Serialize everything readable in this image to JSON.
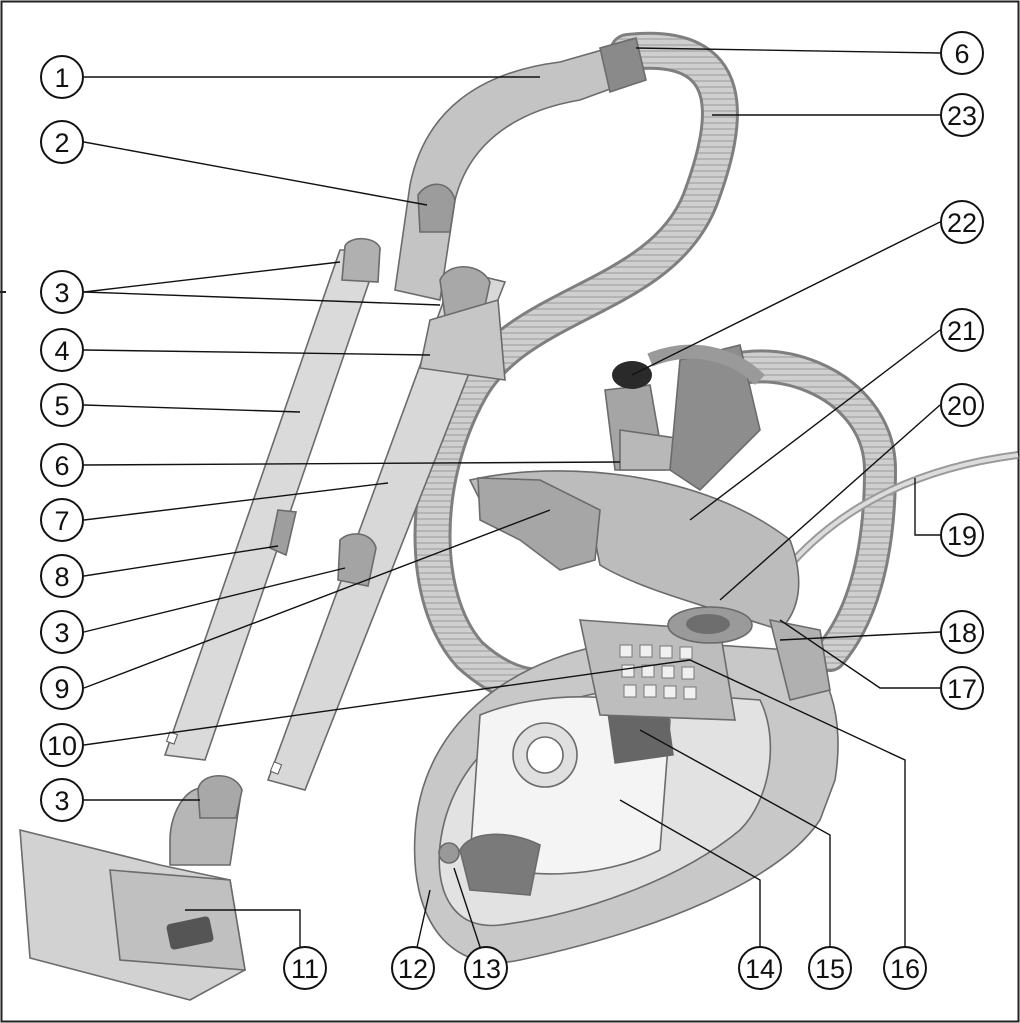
{
  "diagram": {
    "frame_color": "#222222",
    "part_fill_light": "#d6d6d6",
    "part_fill_mid": "#b9b9b9",
    "part_fill_dark": "#8f8f8f",
    "callouts": [
      {
        "id": "c1",
        "label": "1"
      },
      {
        "id": "c2",
        "label": "2"
      },
      {
        "id": "c3a",
        "label": "3"
      },
      {
        "id": "c4",
        "label": "4"
      },
      {
        "id": "c5",
        "label": "5"
      },
      {
        "id": "c6a",
        "label": "6"
      },
      {
        "id": "c7",
        "label": "7"
      },
      {
        "id": "c8",
        "label": "8"
      },
      {
        "id": "c3b",
        "label": "3"
      },
      {
        "id": "c9",
        "label": "9"
      },
      {
        "id": "c10",
        "label": "10"
      },
      {
        "id": "c3c",
        "label": "3"
      },
      {
        "id": "c11",
        "label": "11"
      },
      {
        "id": "c12",
        "label": "12"
      },
      {
        "id": "c13",
        "label": "13"
      },
      {
        "id": "c14",
        "label": "14"
      },
      {
        "id": "c15",
        "label": "15"
      },
      {
        "id": "c16",
        "label": "16"
      },
      {
        "id": "c17",
        "label": "17"
      },
      {
        "id": "c18",
        "label": "18"
      },
      {
        "id": "c19",
        "label": "19"
      },
      {
        "id": "c20",
        "label": "20"
      },
      {
        "id": "c21",
        "label": "21"
      },
      {
        "id": "c22",
        "label": "22"
      },
      {
        "id": "c23",
        "label": "23"
      },
      {
        "id": "c6b",
        "label": "6"
      }
    ]
  }
}
